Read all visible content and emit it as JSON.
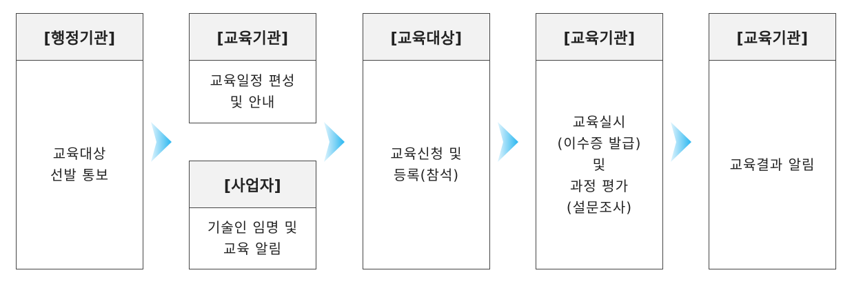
{
  "boxes": [
    {
      "header": "[행정기관]",
      "body": "교육대상\n선발 통보"
    },
    {
      "header": "[교육기관]",
      "body": "교육일정 편성\n및 안내"
    },
    {
      "header": "[사업자]",
      "body": "기술인 임명 및\n교육 알림"
    },
    {
      "header": "[교육대상]",
      "body": "교육신청 및\n등록(참석)"
    },
    {
      "header": "[교육기관]",
      "body": "교육실시\n(이수증 발급)\n및\n과정 평가\n(설문조사)"
    },
    {
      "header": "[교육기관]",
      "body": "교육결과 알림"
    }
  ],
  "colors": {
    "border": "#444444",
    "header_bg": "#f2f2f2",
    "arrow_light": "#dff4fd",
    "arrow_dark": "#29b6f0"
  },
  "icons": [
    "arrow-right-icon"
  ]
}
